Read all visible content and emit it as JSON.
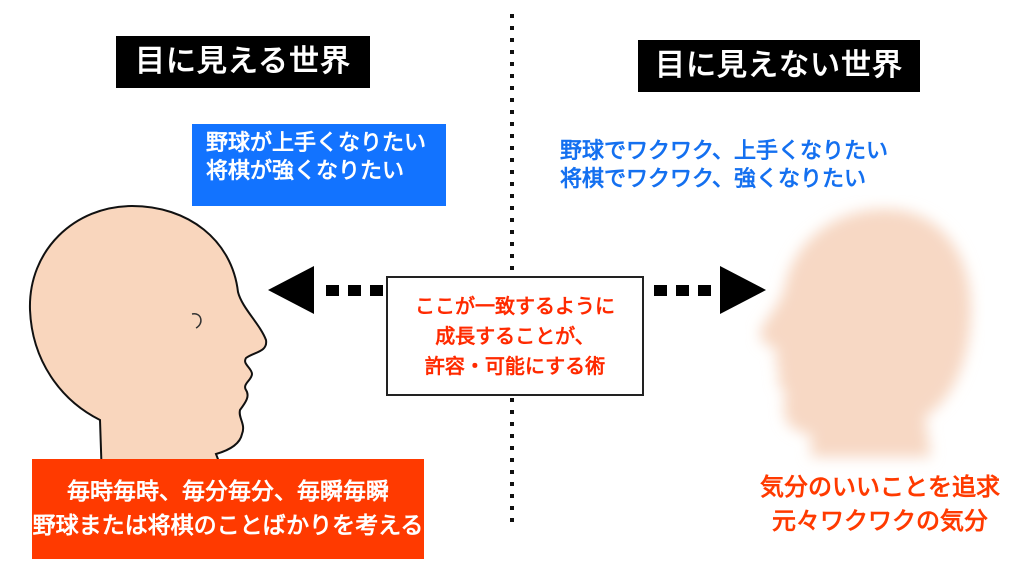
{
  "left": {
    "title": "目に見える世界",
    "desire_lines": [
      "野球が上手くなりたい",
      "将棋が強くなりたい"
    ],
    "bottom_lines": [
      "毎時毎時、毎分毎分、毎瞬毎瞬",
      "野球または将棋のことばかりを考える"
    ]
  },
  "right": {
    "title": "目に見えない世界",
    "desire_lines": [
      "野球でワクワク、上手くなりたい",
      "将棋でワクワク、強くなりたい"
    ],
    "bottom_lines": [
      "気分のいいことを追求",
      "元々ワクワクの気分"
    ]
  },
  "center": {
    "lines": [
      "ここが一致するように",
      "成長することが、",
      "許容・可能にする術"
    ]
  },
  "colors": {
    "title_bg": "#000000",
    "blue_box": "#1273ff",
    "blue_text": "#1470f0",
    "red": "#ff3a00",
    "skin": "#f9d6bd"
  },
  "icons": {
    "left_head": "head-profile-facing-right",
    "right_head": "blurred-head-profile-facing-left",
    "left_arrow": "dotted-arrow-left",
    "right_arrow": "dotted-arrow-right"
  }
}
